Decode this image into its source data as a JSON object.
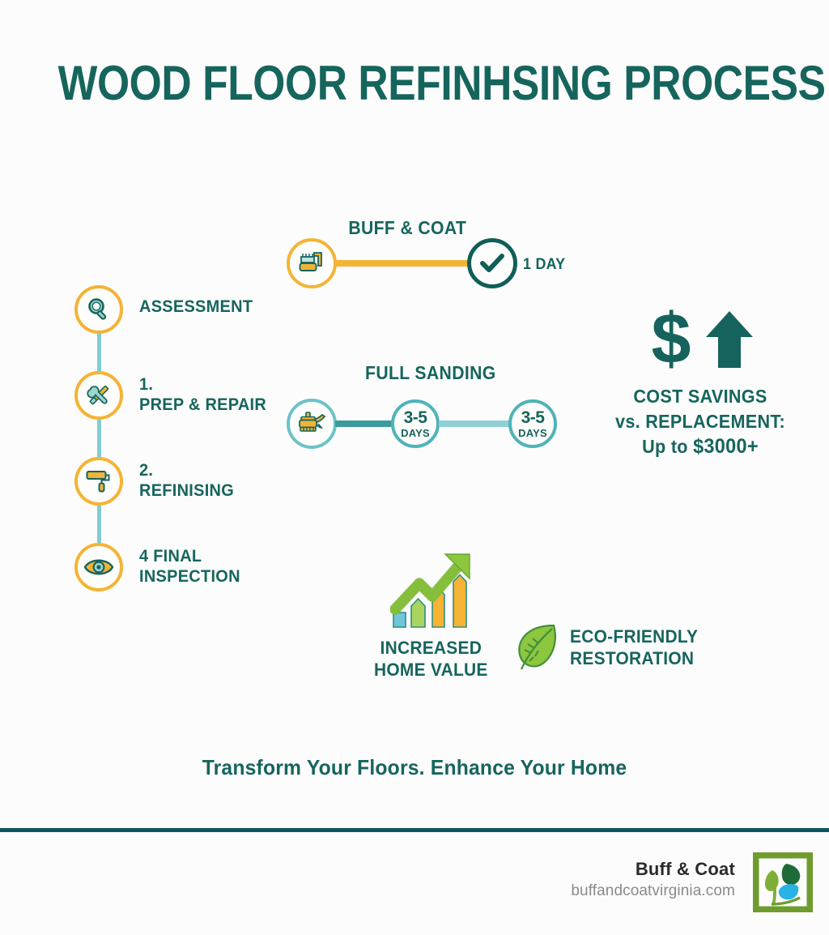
{
  "title": "WOOD FLOOR REFINHSING PROCESS",
  "colors": {
    "teal_dark": "#16655d",
    "teal_mid": "#4fb3b8",
    "teal_light": "#8ed0d4",
    "yellow": "#f5b335",
    "green": "#8dc63f",
    "green_dark": "#1e6b3a",
    "blue": "#29b2e6",
    "background": "#fcfcfc",
    "divider": "#0d5660"
  },
  "steps": [
    {
      "icon": "magnifier-icon",
      "label": "ASSESSMENT"
    },
    {
      "icon": "tools-icon",
      "label": "1.\nPREP & REPAIR"
    },
    {
      "icon": "paint-roller-icon",
      "label": "2.\nREFINISING"
    },
    {
      "icon": "eye-icon",
      "label": "4 FINAL\nINSPECTION"
    }
  ],
  "timelines": [
    {
      "heading": "BUFF & COAT",
      "icon": "floor-buffer-icon",
      "end_icon": "check-icon",
      "duration_label": "1 DAY"
    },
    {
      "heading": "FULL SANDING",
      "icon": "floor-sander-icon",
      "durations": [
        {
          "big": "3-5",
          "small": "DAYS"
        },
        {
          "big": "3-5",
          "small": "DAYS"
        }
      ]
    }
  ],
  "cost_savings": {
    "icons": [
      "dollar-sign-icon",
      "up-arrow-icon"
    ],
    "line1": "COST SAVINGS",
    "line2": "vs. REPLACEMENT:",
    "line3_prefix": "Up to ",
    "line3_amount": "$3000+"
  },
  "benefits": [
    {
      "icon": "growth-chart-icon",
      "label": "INCREASED\nHOME VALUE"
    },
    {
      "icon": "leaf-icon",
      "label": "ECO-FRIENDLY\nRESTORATION"
    }
  ],
  "tagline": "Transform Your Floors. Enhance Your Home",
  "footer": {
    "brand": "Buff & Coat",
    "url": "buffandcoatvirginia.com",
    "logo": "buff-and-coat-leaf-logo"
  }
}
